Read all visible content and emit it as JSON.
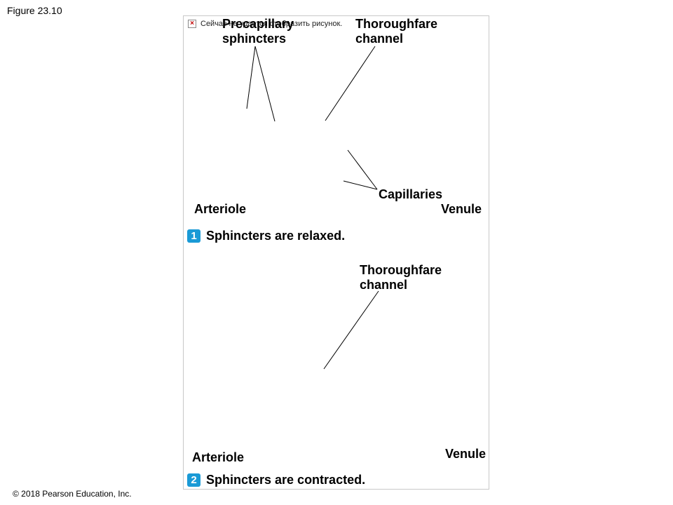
{
  "figure_title": "Figure 23.10",
  "copyright": "© 2018 Pearson Education, Inc.",
  "broken_image_text": "Сейчас не удается отобразить рисунок.",
  "broken_image_icon": "broken-image-icon",
  "top_panel": {
    "precapillary_l1": "Precapillary",
    "precapillary_l2": "sphincters",
    "thoroughfare_l1": "Thoroughfare",
    "thoroughfare_l2": "channel",
    "capillaries": "Capillaries",
    "arteriole": "Arteriole",
    "venule": "Venule",
    "step_number": "1",
    "step_text": "Sphincters are relaxed."
  },
  "bottom_panel": {
    "thoroughfare_l1": "Thoroughfare",
    "thoroughfare_l2": "channel",
    "arteriole": "Arteriole",
    "venule": "Venule",
    "step_number": "2",
    "step_text": "Sphincters are contracted."
  },
  "colors": {
    "step_badge": "#1a9ad6",
    "panel_border": "#c8c8c8",
    "leader_line": "#000000"
  }
}
